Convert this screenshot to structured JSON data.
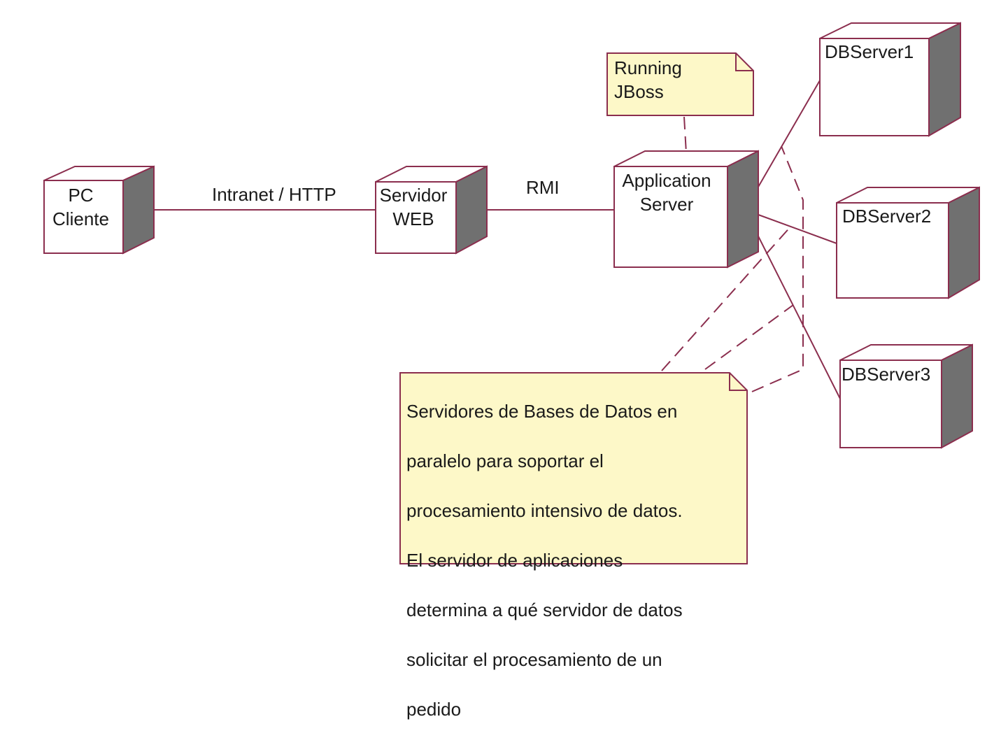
{
  "nodes": {
    "pc_cliente": {
      "lines": [
        "PC",
        "Cliente"
      ]
    },
    "servidor_web": {
      "lines": [
        "Servidor",
        "WEB"
      ]
    },
    "application_server": {
      "lines": [
        "Application",
        "Server"
      ]
    },
    "dbserver1": {
      "label": "DBServer1"
    },
    "dbserver2": {
      "label": "DBServer2"
    },
    "dbserver3": {
      "label": "DBServer3"
    }
  },
  "links": {
    "intranet_http": "Intranet / HTTP",
    "rmi": "RMI"
  },
  "notes": {
    "jboss": {
      "lines": [
        "Running",
        "JBoss"
      ]
    },
    "db_parallel": {
      "lines": [
        "Servidores de Bases de Datos en",
        "paralelo para soportar el",
        "procesamiento intensivo de datos.",
        "El servidor de aplicaciones",
        "determina a qué servidor de datos",
        "solicitar el procesamiento de un",
        "pedido"
      ]
    }
  },
  "colors": {
    "outline": "#8b2e4e",
    "node_fill": "#ffffff",
    "node_side": "#707070",
    "note_fill": "#fdf8c8",
    "text": "#1a1a1a"
  }
}
